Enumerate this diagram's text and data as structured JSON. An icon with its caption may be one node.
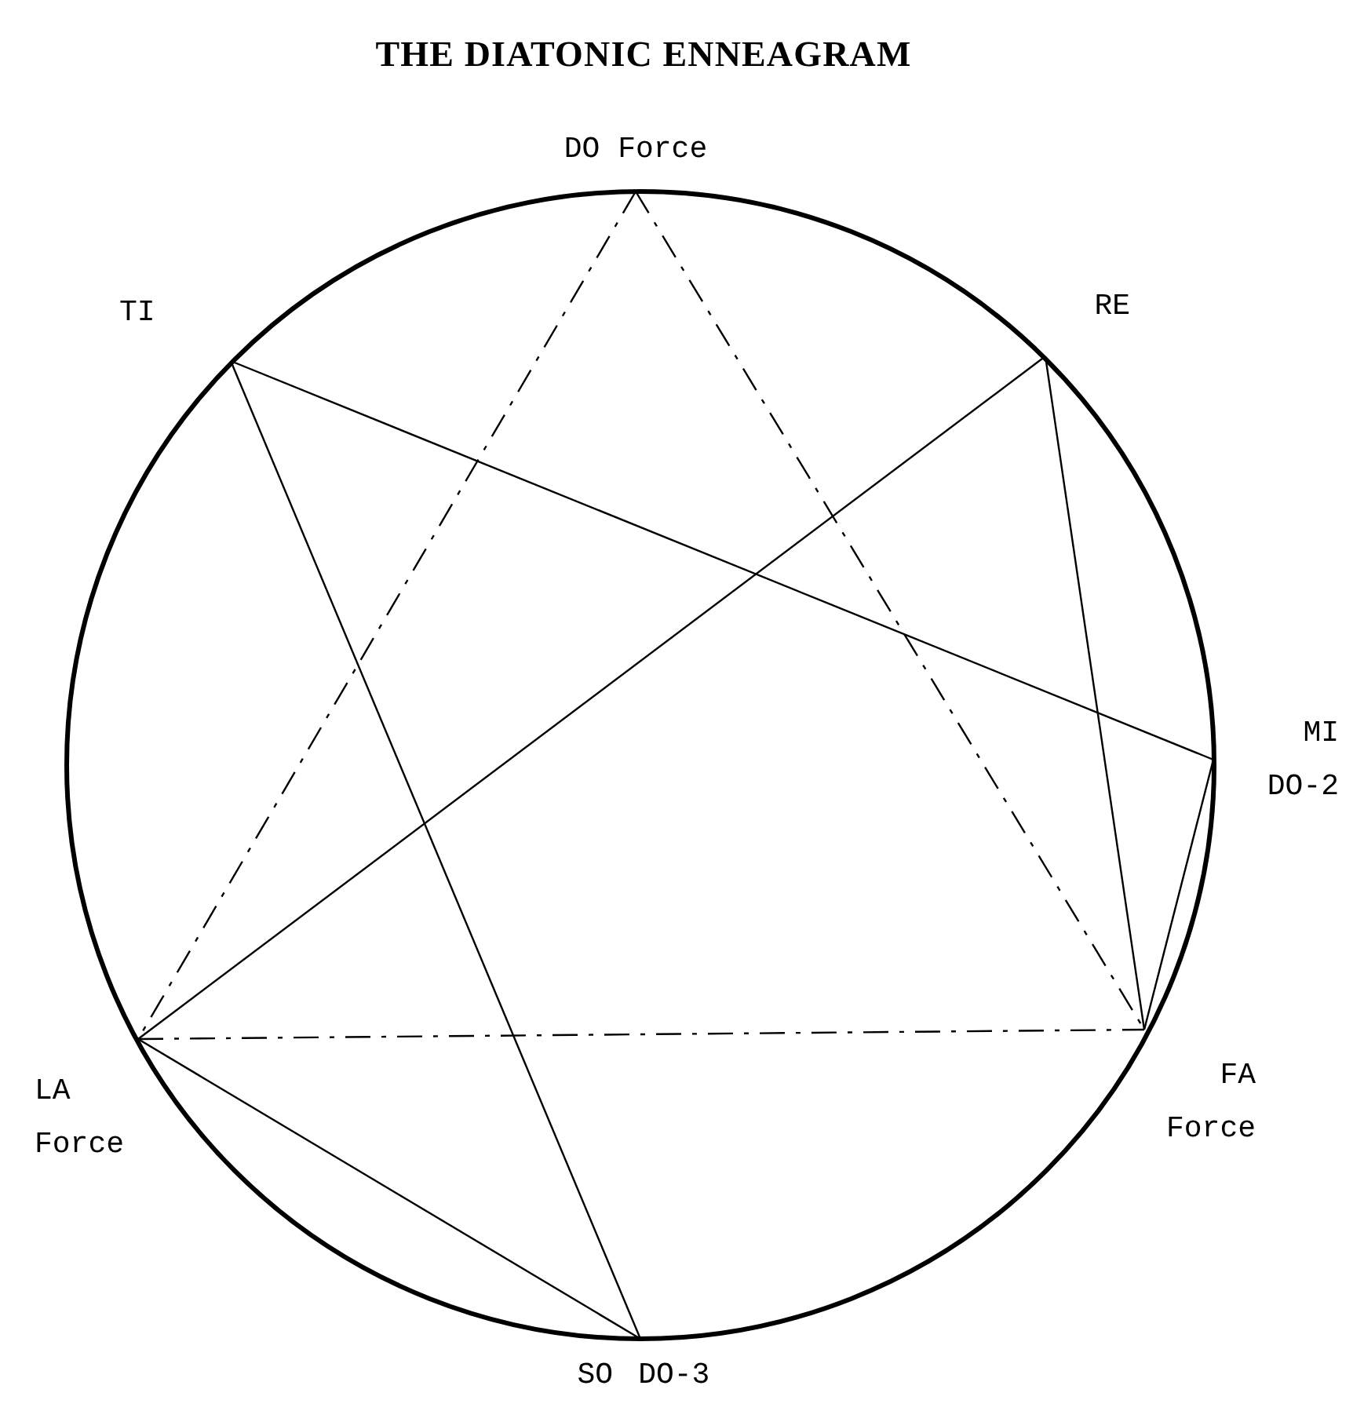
{
  "diagram": {
    "title": "THE DIATONIC ENNEAGRAM",
    "nodes": [
      {
        "text": [
          "DO Force"
        ]
      },
      {
        "text": [
          "RE"
        ]
      },
      {
        "text": [
          "MI",
          "DO-2"
        ]
      },
      {
        "text": [
          "FA Force"
        ]
      },
      {
        "text": [
          "SO",
          "DO-3"
        ]
      },
      {
        "text": [
          "LA Force"
        ]
      },
      {
        "text": [
          "TI"
        ]
      }
    ],
    "edges": [
      {
        "from": 0,
        "to": 3,
        "arrow": "none",
        "style": "dashed"
      },
      {
        "from": 0,
        "to": 5,
        "arrow": "none",
        "style": "dashed"
      },
      {
        "from": 5,
        "to": 3,
        "arrow": "none",
        "style": "dashed"
      },
      {
        "from": 6,
        "to": 2,
        "arrow": "none"
      },
      {
        "from": 6,
        "to": 4,
        "arrow": "none"
      },
      {
        "from": 1,
        "to": 5,
        "arrow": "none"
      },
      {
        "from": 1,
        "to": 3,
        "arrow": "none"
      },
      {
        "from": 2,
        "to": 3,
        "arrow": "none"
      },
      {
        "from": 5,
        "to": 4,
        "arrow": "none"
      }
    ]
  }
}
